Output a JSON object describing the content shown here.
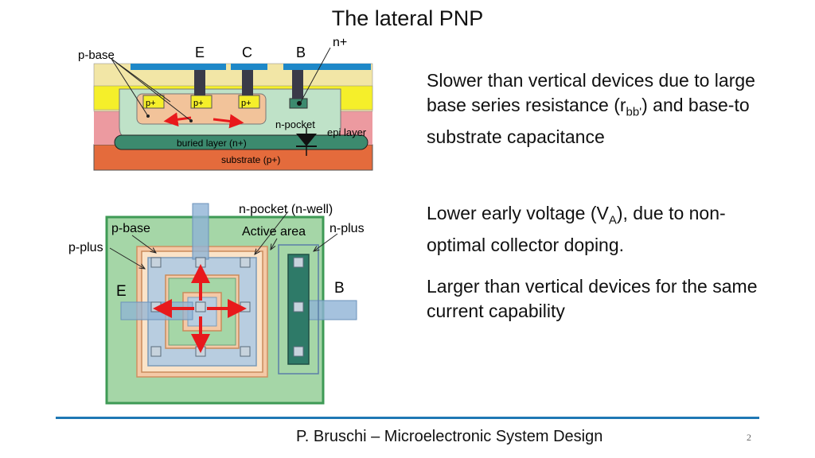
{
  "title": "The lateral PNP",
  "cross_section": {
    "labels": {
      "p_base": "p-base",
      "e": "E",
      "c": "C",
      "b": "B",
      "n_plus": "n+",
      "p_plus": "p+",
      "n_pocket": "n-pocket",
      "epi_layer": "epi layer",
      "buried_layer": "buried layer (n+)",
      "substrate": "substrate (p+)"
    }
  },
  "layout_view": {
    "labels": {
      "n_pocket": "n-pocket (n-well)",
      "p_base": "p-base",
      "active_area": "Active area",
      "n_plus": "n-plus",
      "p_plus": "p-plus",
      "e": "E",
      "b": "B"
    }
  },
  "text_blocks": {
    "b1_pre": "Slower than vertical devices due to large base series resistance (r",
    "b1_sub": "bb'",
    "b1_post": ") and base-to substrate capacitance",
    "b2_pre": "Lower early voltage (V",
    "b2_sub": "A",
    "b2_post": "), due to non-optimal collector doping.",
    "b3": "Larger than vertical devices for the same current capability"
  },
  "footer": {
    "text": "P. Bruschi – Microelectronic System Design",
    "page": "2"
  },
  "colors": {
    "accent": "#1f78b4",
    "arrow": "#e8191c",
    "metal": "#1e88c8",
    "epi": "#f2e9a1",
    "substrate": "#e46b3c",
    "pocket": "#cfe6cd",
    "buried": "#3c8a6e"
  }
}
